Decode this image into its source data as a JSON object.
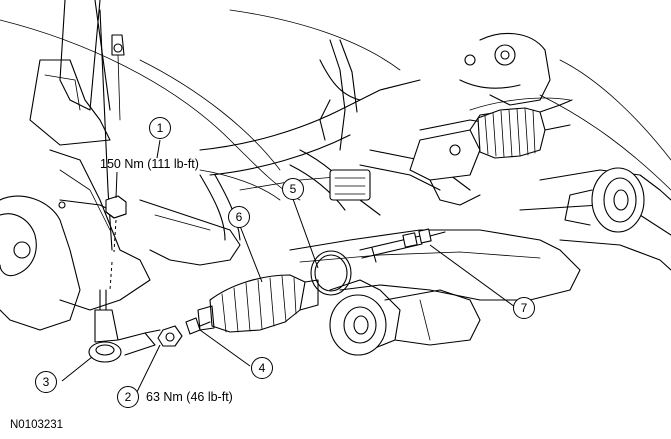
{
  "figure_id": "N0103231",
  "callouts": [
    {
      "num": "1",
      "text": "150 Nm (111 lb-ft)"
    },
    {
      "num": "2",
      "text": "63 Nm (46 lb-ft)"
    },
    {
      "num": "3",
      "text": ""
    },
    {
      "num": "4",
      "text": ""
    },
    {
      "num": "5",
      "text": ""
    },
    {
      "num": "6",
      "text": ""
    },
    {
      "num": "7",
      "text": ""
    }
  ]
}
